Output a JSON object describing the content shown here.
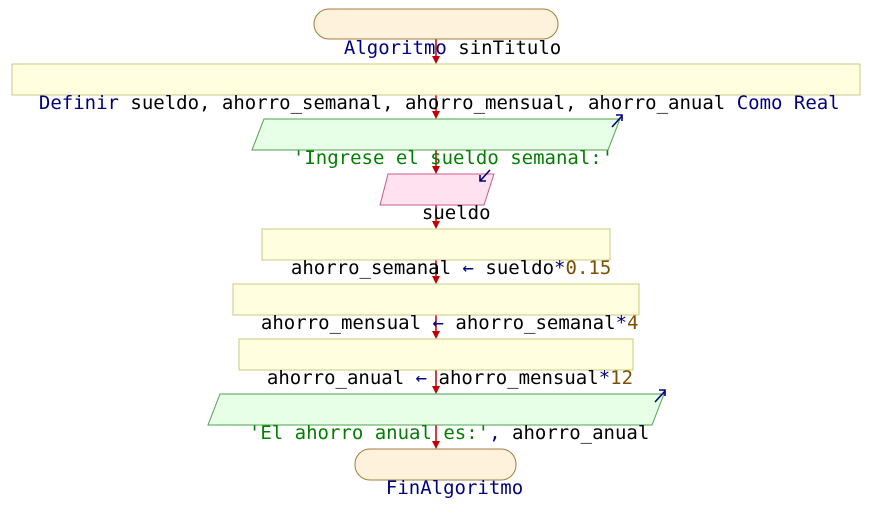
{
  "diagram": {
    "start": {
      "keyword": "Algoritmo",
      "name": "sinTitulo"
    },
    "define": {
      "keyword": "Definir",
      "vars": "sueldo, ahorro_semanal, ahorro_mensual, ahorro_anual",
      "type_keyword": "Como Real"
    },
    "output1": {
      "text": "'Ingrese el sueldo semanal:'"
    },
    "input1": {
      "text": "sueldo"
    },
    "assign1": {
      "target": "ahorro_semanal",
      "arrow": "←",
      "expr": "sueldo",
      "op": "*",
      "num": "0.15"
    },
    "assign2": {
      "target": "ahorro_mensual",
      "arrow": "←",
      "expr": "ahorro_semanal",
      "op": "*",
      "num": "4"
    },
    "assign3": {
      "target": "ahorro_anual",
      "arrow": "←",
      "expr": "ahorro_mensual",
      "op": "*",
      "num": "12"
    },
    "output2": {
      "text": "'El ahorro anual es:'",
      "sep": ", ",
      "var": "ahorro_anual"
    },
    "end": {
      "keyword": "FinAlgoritmo"
    }
  },
  "colors": {
    "start_end_fill": "#fff2dc",
    "start_end_stroke": "#a07d3c",
    "process_fill": "#ffffe0",
    "process_stroke": "#c8c882",
    "output_fill": "#e6ffe6",
    "output_stroke": "#50a050",
    "input_fill": "#ffe1f0",
    "input_stroke": "#c85a8c",
    "arrow": "#c00000",
    "io_icon": "#00007f"
  }
}
